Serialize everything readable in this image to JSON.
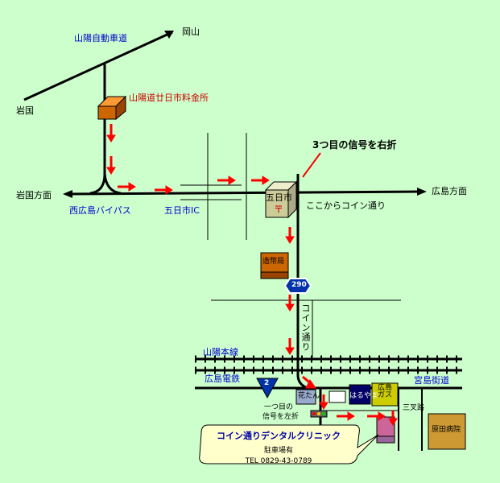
{
  "labels": {
    "sanyo_expressway": "山陽自動車道",
    "okayama": "岡山",
    "iwakuni": "岩国",
    "tollgate": "山陽道廿日市料金所",
    "third_signal": "3つ目の信号を右折",
    "iwakuni_direction": "岩国方面",
    "hiroshima_direction": "広島方面",
    "nishi_hiroshima_bypass": "西広島バイパス",
    "hatsukaichi_ic": "五日市IC",
    "itsukaichi": "五日市",
    "post_mark": "〒",
    "coin_street_from_here": "ここからコイン通り",
    "mint": "造幣局",
    "route_number": "290",
    "coin_street_vertical": "コイン通り",
    "sanyo_main_line": "山陽本線",
    "hiroden": "広島電鉄",
    "miyajima_kaido": "宮島街道",
    "route_2": "2",
    "hanadan": "花たん",
    "haruyama": "はるやま",
    "hiroshima_gas": "広島ガス",
    "mitsumata": "三叉路",
    "harada_hospital": "原田病院",
    "first_signal_line1": "一つ目の",
    "first_signal_line2": "信号を左折"
  },
  "clinic": {
    "name": "コイン通りデンタルクリニック",
    "parking": "駐車場有",
    "tel": "TEL 0829-43-0789"
  },
  "colors": {
    "background": "#ccffcc",
    "road": "#000000",
    "arrow": "#ff0000",
    "label_blue": "#0000cc",
    "building_orange": "#cc6600",
    "bubble": "#ffffcc"
  }
}
